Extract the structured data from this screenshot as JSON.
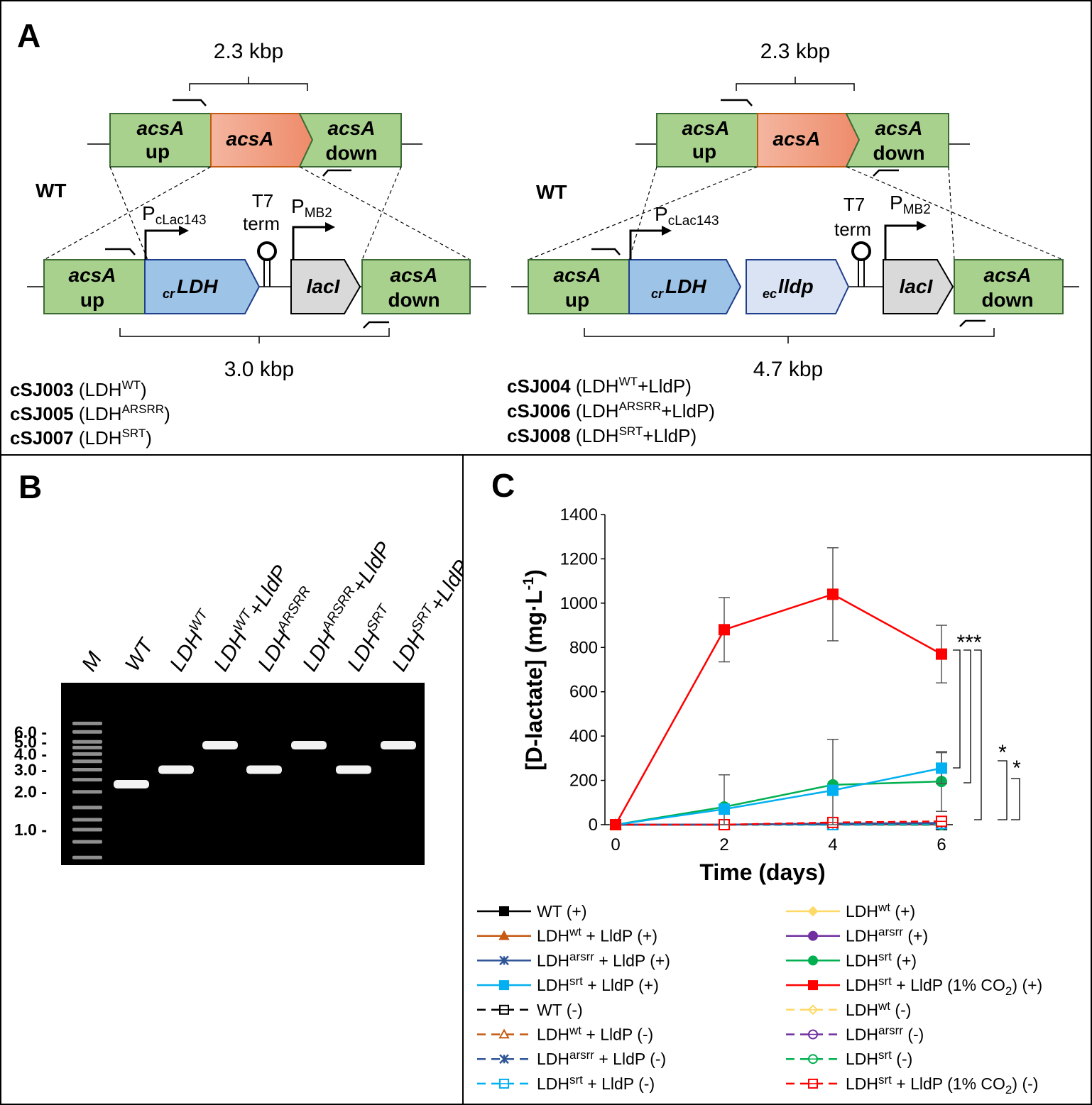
{
  "panels": {
    "a": {
      "letter": "A",
      "left": {
        "top_bracket": "2.3 kbp",
        "wt_label": "WT",
        "genes_top": [
          "acsA",
          "up",
          "acsA",
          "acsA",
          "down"
        ],
        "genes_bottom": {
          "up1": "acsA",
          "up2": "up",
          "ldh_pre": "cr",
          "ldh": "LDH",
          "lacI": "lacI",
          "down1": "acsA",
          "down2": "down"
        },
        "promoter1_main": "P",
        "promoter1_sub": "cLac143",
        "terminator1": "T7",
        "terminator2": "term",
        "promoter2_main": "P",
        "promoter2_sub": "MB2",
        "bottom_bracket": "3.0 kbp",
        "strains": [
          {
            "id": "cSJ003",
            "open": " (LDH",
            "sup": "WT",
            "close": ")"
          },
          {
            "id": "cSJ005",
            "open": " (LDH",
            "sup": "ARSRR",
            "close": ")"
          },
          {
            "id": "cSJ007",
            "open": " (LDH",
            "sup": "SRT",
            "close": ")"
          }
        ]
      },
      "right": {
        "top_bracket": "2.3 kbp",
        "wt_label": "WT",
        "genes_top": [
          "acsA",
          "up",
          "acsA",
          "acsA",
          "down"
        ],
        "genes_bottom": {
          "up1": "acsA",
          "up2": "up",
          "ldh_pre": "cr",
          "ldh": "LDH",
          "lldp_pre": "ec",
          "lldp": "lldp",
          "lacI": "lacI",
          "down1": "acsA",
          "down2": "down"
        },
        "promoter1_main": "P",
        "promoter1_sub": "cLac143",
        "terminator1": "T7",
        "terminator2": "term",
        "promoter2_main": "P",
        "promoter2_sub": "MB2",
        "bottom_bracket": "4.7 kbp",
        "strains": [
          {
            "id": "cSJ004",
            "open": " (LDH",
            "sup": "WT",
            "close": "+LldP)"
          },
          {
            "id": "cSJ006",
            "open": " (LDH",
            "sup": "ARSRR",
            "close": "+LldP)"
          },
          {
            "id": "cSJ008",
            "open": " (LDH",
            "sup": "SRT",
            "close": "+LldP)"
          }
        ]
      }
    },
    "b": {
      "letter": "B",
      "lanes": [
        {
          "main": "M",
          "sup": "",
          "tail": ""
        },
        {
          "main": "WT",
          "sup": "",
          "tail": ""
        },
        {
          "main": "LDH",
          "sup": "WT",
          "tail": ""
        },
        {
          "main": "LDH",
          "sup": "WT",
          "tail": "+LldP"
        },
        {
          "main": "LDH",
          "sup": "ARSRR",
          "tail": ""
        },
        {
          "main": "LDH",
          "sup": "ARSRR",
          "tail": "+LldP"
        },
        {
          "main": "LDH",
          "sup": "SRT",
          "tail": ""
        },
        {
          "main": "LDH",
          "sup": "SRT",
          "tail": "+LldP"
        }
      ],
      "markers": [
        "6.0 -",
        "5.0 -",
        "4.0 -",
        "3.0 -",
        "2.0 -",
        "1.0 -"
      ],
      "band_kbp": [
        null,
        2.3,
        3.0,
        4.7,
        3.0,
        4.7,
        3.0,
        4.7
      ]
    },
    "c": {
      "letter": "C"
    }
  },
  "chart_data": {
    "type": "line",
    "xlabel": "Time (days)",
    "ylabel": "[D-lactate] (mg·L-1)",
    "ylabel_main": "[D-lactate] (mg·L",
    "ylabel_sup": "-1",
    "ylabel_close": ")",
    "x": [
      0,
      2,
      4,
      6
    ],
    "xlim": [
      0,
      6
    ],
    "ylim": [
      0,
      1400
    ],
    "xticks": [
      "0",
      "2",
      "4",
      "6"
    ],
    "yticks": [
      "0",
      "200",
      "400",
      "600",
      "800",
      "1000",
      "1200",
      "1400"
    ],
    "grid": false,
    "legend_position": "bottom",
    "series": [
      {
        "name": "WT (+)",
        "label": "WT (+)",
        "color": "#000000",
        "marker": "square",
        "filled": true,
        "dashed": false,
        "values": [
          0,
          0,
          5,
          5
        ],
        "errors": [
          0,
          0,
          0,
          0
        ]
      },
      {
        "name": "LDHwt (+)",
        "label": "LDH",
        "sup": "wt",
        "tail": " (+)",
        "color": "#FFD966",
        "marker": "diamond",
        "filled": true,
        "dashed": false,
        "values": [
          0,
          0,
          5,
          5
        ],
        "errors": [
          0,
          0,
          0,
          0
        ]
      },
      {
        "name": "LDHwt + LldP (+)",
        "label": "LDH",
        "sup": "wt",
        "tail": " + LldP (+)",
        "color": "#C55A11",
        "marker": "triangle",
        "filled": true,
        "dashed": false,
        "values": [
          0,
          0,
          5,
          5
        ],
        "errors": [
          0,
          0,
          0,
          0
        ]
      },
      {
        "name": "LDHarsrr (+)",
        "label": "LDH",
        "sup": "arsrr",
        "tail": " (+)",
        "color": "#7030A0",
        "marker": "circle",
        "filled": true,
        "dashed": false,
        "values": [
          0,
          0,
          5,
          5
        ],
        "errors": [
          0,
          0,
          0,
          0
        ]
      },
      {
        "name": "LDHarsrr + LldP (+)",
        "label": "LDH",
        "sup": "arsrr",
        "tail": " + LldP (+)",
        "color": "#2F5597",
        "marker": "star",
        "filled": true,
        "dashed": false,
        "values": [
          0,
          0,
          5,
          8
        ],
        "errors": [
          0,
          0,
          0,
          0
        ]
      },
      {
        "name": "LDHsrt (+)",
        "label": "LDH",
        "sup": "srt",
        "tail": " (+)",
        "color": "#00B050",
        "marker": "circle",
        "filled": true,
        "dashed": false,
        "values": [
          0,
          80,
          180,
          195
        ],
        "errors": [
          0,
          145,
          205,
          135
        ]
      },
      {
        "name": "LDHsrt + LldP (+)",
        "label": "LDH",
        "sup": "srt",
        "tail": " + LldP (+)",
        "color": "#00B0F0",
        "marker": "square",
        "filled": true,
        "dashed": false,
        "values": [
          0,
          70,
          155,
          255
        ],
        "errors": [
          0,
          0,
          0,
          70
        ]
      },
      {
        "name": "LDHsrt + LldP (1% CO2) (+)",
        "label": "LDH",
        "sup": "srt",
        "tail": " + LldP (1% CO",
        "sub": "2",
        "tail2": ") (+)",
        "color": "#FF0000",
        "marker": "square",
        "filled": true,
        "dashed": false,
        "values": [
          0,
          880,
          1040,
          770
        ],
        "errors": [
          0,
          145,
          210,
          130
        ]
      },
      {
        "name": "WT (-)",
        "label": "WT (-)",
        "color": "#000000",
        "marker": "square",
        "filled": false,
        "dashed": true,
        "values": [
          0,
          0,
          0,
          0
        ],
        "errors": [
          0,
          0,
          0,
          0
        ]
      },
      {
        "name": "LDHwt (-)",
        "label": "LDH",
        "sup": "wt",
        "tail": " (-)",
        "color": "#FFD966",
        "marker": "diamond",
        "filled": false,
        "dashed": true,
        "values": [
          0,
          0,
          0,
          0
        ],
        "errors": [
          0,
          0,
          0,
          0
        ]
      },
      {
        "name": "LDHwt + LldP (-)",
        "label": "LDH",
        "sup": "wt",
        "tail": " + LldP (-)",
        "color": "#C55A11",
        "marker": "triangle",
        "filled": false,
        "dashed": true,
        "values": [
          0,
          0,
          0,
          0
        ],
        "errors": [
          0,
          0,
          0,
          0
        ]
      },
      {
        "name": "LDHarsrr (-)",
        "label": "LDH",
        "sup": "arsrr",
        "tail": " (-)",
        "color": "#7030A0",
        "marker": "circle",
        "filled": false,
        "dashed": true,
        "values": [
          0,
          0,
          0,
          0
        ],
        "errors": [
          0,
          0,
          0,
          0
        ]
      },
      {
        "name": "LDHarsrr + LldP (-)",
        "label": "LDH",
        "sup": "arsrr",
        "tail": " + LldP (-)",
        "color": "#2F5597",
        "marker": "star",
        "filled": false,
        "dashed": true,
        "values": [
          0,
          0,
          0,
          0
        ],
        "errors": [
          0,
          0,
          0,
          0
        ]
      },
      {
        "name": "LDHsrt (-)",
        "label": "LDH",
        "sup": "srt",
        "tail": " (-)",
        "color": "#00B050",
        "marker": "circle",
        "filled": false,
        "dashed": true,
        "values": [
          0,
          0,
          0,
          0
        ],
        "errors": [
          0,
          0,
          0,
          0
        ]
      },
      {
        "name": "LDHsrt + LldP (-)",
        "label": "LDH",
        "sup": "srt",
        "tail": " + LldP (-)",
        "color": "#00B0F0",
        "marker": "square",
        "filled": false,
        "dashed": true,
        "values": [
          0,
          0,
          0,
          5
        ],
        "errors": [
          0,
          0,
          0,
          0
        ]
      },
      {
        "name": "LDHsrt + LldP (1% CO2) (-)",
        "label": "LDH",
        "sup": "srt",
        "tail": " + LldP (1% CO",
        "sub": "2",
        "tail2": ") (-)",
        "color": "#FF0000",
        "marker": "square",
        "filled": false,
        "dashed": true,
        "values": [
          0,
          0,
          10,
          15
        ],
        "errors": [
          0,
          0,
          0,
          0
        ]
      }
    ],
    "annotations": [
      "***",
      "*",
      "*"
    ]
  }
}
